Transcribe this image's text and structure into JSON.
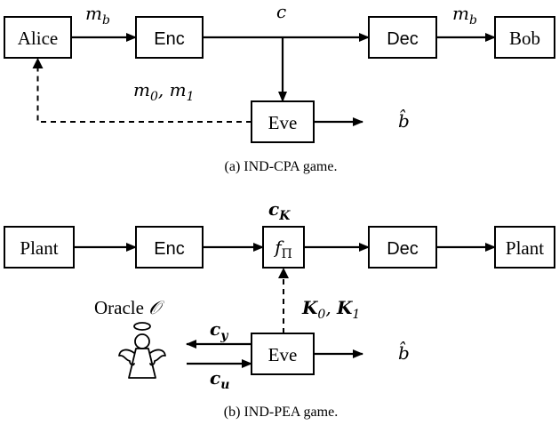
{
  "top_game": {
    "alice": "Alice",
    "enc": "Enc",
    "dec": "Dec",
    "bob": "Bob",
    "eve": "Eve",
    "label_mb_left_base": "m",
    "label_mb_left_sub": "b",
    "label_c": "c",
    "label_mb_right_base": "m",
    "label_mb_right_sub": "b",
    "label_m0": "m",
    "label_m0_sub": "0",
    "label_comma": ", ",
    "label_m1": "m",
    "label_m1_sub": "1",
    "label_bhat": "b̂",
    "caption": "(a) IND-CPA game."
  },
  "bottom_game": {
    "plant_left": "Plant",
    "enc": "Enc",
    "f_base": "f",
    "f_sub": "Π",
    "dec": "Dec",
    "plant_right": "Plant",
    "eve": "Eve",
    "label_cK_base": "c",
    "label_cK_sub": "K",
    "label_K0_base": "K",
    "label_K0_sub": "0",
    "label_comma": ", ",
    "label_K1_base": "K",
    "label_K1_sub": "1",
    "oracle_text": "Oracle ",
    "oracle_symbol": "𝒪",
    "label_cy_base": "c",
    "label_cy_sub": "y",
    "label_cu_base": "c",
    "label_cu_sub": "u",
    "label_bhat": "b̂",
    "caption": "(b) IND-PEA game."
  }
}
